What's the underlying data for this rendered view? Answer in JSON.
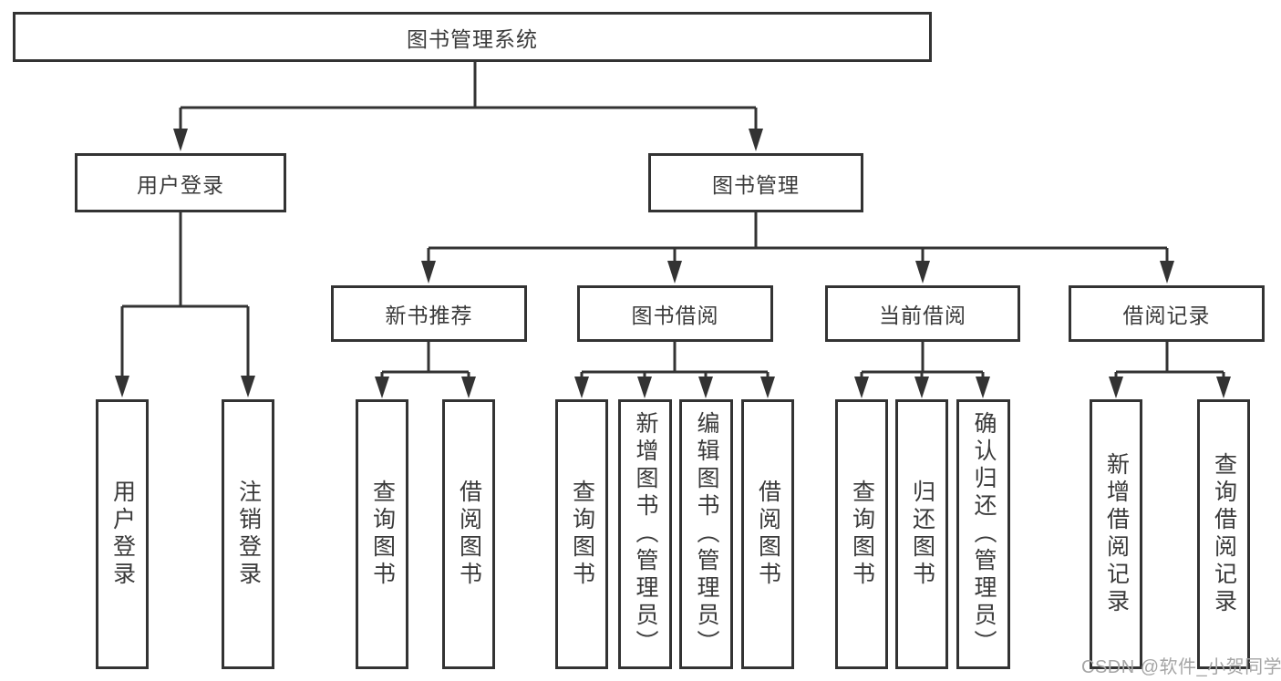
{
  "colors": {
    "line": "#333333",
    "box_border": "#333333",
    "box_fill": "#ffffff",
    "text": "#3a3a3a",
    "watermark": "#a6a6a6"
  },
  "nodes": {
    "root": {
      "label": "图书管理系统"
    },
    "user_login": {
      "label": "用户登录"
    },
    "book_manage": {
      "label": "图书管理"
    },
    "new_book": {
      "label": "新书推荐"
    },
    "book_borrow": {
      "label": "图书借阅"
    },
    "current_borrow": {
      "label": "当前借阅"
    },
    "borrow_record": {
      "label": "借阅记录"
    },
    "leaves": {
      "user_login_1": "用户登录",
      "user_login_2": "注销登录",
      "new_book_1": "查询图书",
      "new_book_2": "借阅图书",
      "book_borrow_1": "查询图书",
      "book_borrow_2": "新增图书（管理员）",
      "book_borrow_3": "编辑图书（管理员）",
      "book_borrow_4": "借阅图书",
      "current_1": "查询图书",
      "current_2": "归还图书",
      "current_3": "确认归还（管理员）",
      "record_1": "新增借阅记录",
      "record_2": "查询借阅记录"
    }
  },
  "watermark": "CSDN @软件_小贺同学"
}
